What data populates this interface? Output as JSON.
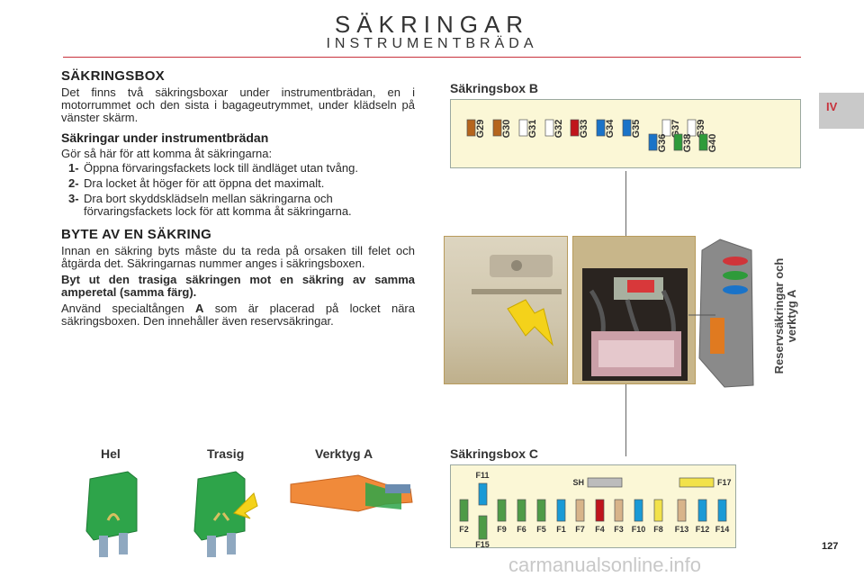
{
  "header": {
    "title": "SÄKRINGAR",
    "subtitle": "INSTRUMENTBRÄDA"
  },
  "chapter_tab": "IV",
  "left": {
    "h1": "SÄKRINGSBOX",
    "intro": "Det finns två säkringsboxar under instrumentbrädan, en i motorrummet och den sista i bagageutrymmet, under klädseln på vänster skärm.",
    "h2": "Säkringar under instrumentbrädan",
    "steps_intro": "Gör så här för att komma åt säkringarna:",
    "steps": [
      {
        "num": "1-",
        "text": "Öppna förvaringsfackets lock till ändläget utan tvång."
      },
      {
        "num": "2-",
        "text": "Dra locket åt höger för att öppna det maximalt."
      },
      {
        "num": "3-",
        "text": "Dra bort skyddsklädseln mellan säkringarna och förvaringsfackets lock för att komma åt säkringarna."
      }
    ],
    "h3": "BYTE AV EN SÄKRING",
    "p1": "Innan en säkring byts måste du ta reda på orsaken till felet och åtgärda det. Säkringarnas nummer anges i säkringsboxen.",
    "p2": "Byt ut den trasiga säkringen mot en säkring av samma amperetal (samma färg).",
    "p3_a": "Använd specialtången ",
    "p3_b": "A",
    "p3_c": " som är placerad på locket nära säkringsboxen. Den innehåller även reservsäkringar."
  },
  "box_b": {
    "label": "Säkringsbox B",
    "top": [
      {
        "id": "G29",
        "color": "#b5651d"
      },
      {
        "id": "G30",
        "color": "#b5651d"
      },
      {
        "id": "G31",
        "color": "#ffffff"
      },
      {
        "id": "G32",
        "color": "#ffffff"
      },
      {
        "id": "G33",
        "color": "#c0141c"
      },
      {
        "id": "G34",
        "color": "#1a73c8"
      },
      {
        "id": "G35",
        "color": "#1a73c8"
      },
      {
        "id": "G37",
        "color": "#ffffff"
      },
      {
        "id": "G39",
        "color": "#ffffff"
      }
    ],
    "bottom": [
      {
        "id": "G36",
        "color": "#1a73c8"
      },
      {
        "id": "G38",
        "color": "#2e9b3a"
      },
      {
        "id": "G40",
        "color": "#2e9b3a"
      }
    ]
  },
  "box_c": {
    "label": "Säkringsbox C",
    "sh": "SH",
    "f11": "F11",
    "f15": "F15",
    "f17": "F17",
    "row": [
      {
        "id": "F2",
        "color": "#4e9b47"
      },
      {
        "id": "F9",
        "color": "#4e9b47"
      },
      {
        "id": "F6",
        "color": "#4e9b47"
      },
      {
        "id": "F5",
        "color": "#4e9b47"
      },
      {
        "id": "F1",
        "color": "#1a9ad6"
      },
      {
        "id": "F7",
        "color": "#d8b48a"
      },
      {
        "id": "F4",
        "color": "#c0141c"
      },
      {
        "id": "F3",
        "color": "#d8b48a"
      },
      {
        "id": "F10",
        "color": "#1a9ad6"
      },
      {
        "id": "F8",
        "color": "#f2e24a"
      },
      {
        "id": "F13",
        "color": "#d8b48a"
      },
      {
        "id": "F12",
        "color": "#1a9ad6"
      },
      {
        "id": "F14",
        "color": "#1a9ad6"
      }
    ]
  },
  "reserve_label_1": "Reservsäkringar och",
  "reserve_label_2": "verktyg A",
  "fuses": {
    "hel": "Hel",
    "trasig": "Trasig",
    "verktyg": "Verktyg A"
  },
  "page_number": "127",
  "watermark": "carmanualsonline.info"
}
